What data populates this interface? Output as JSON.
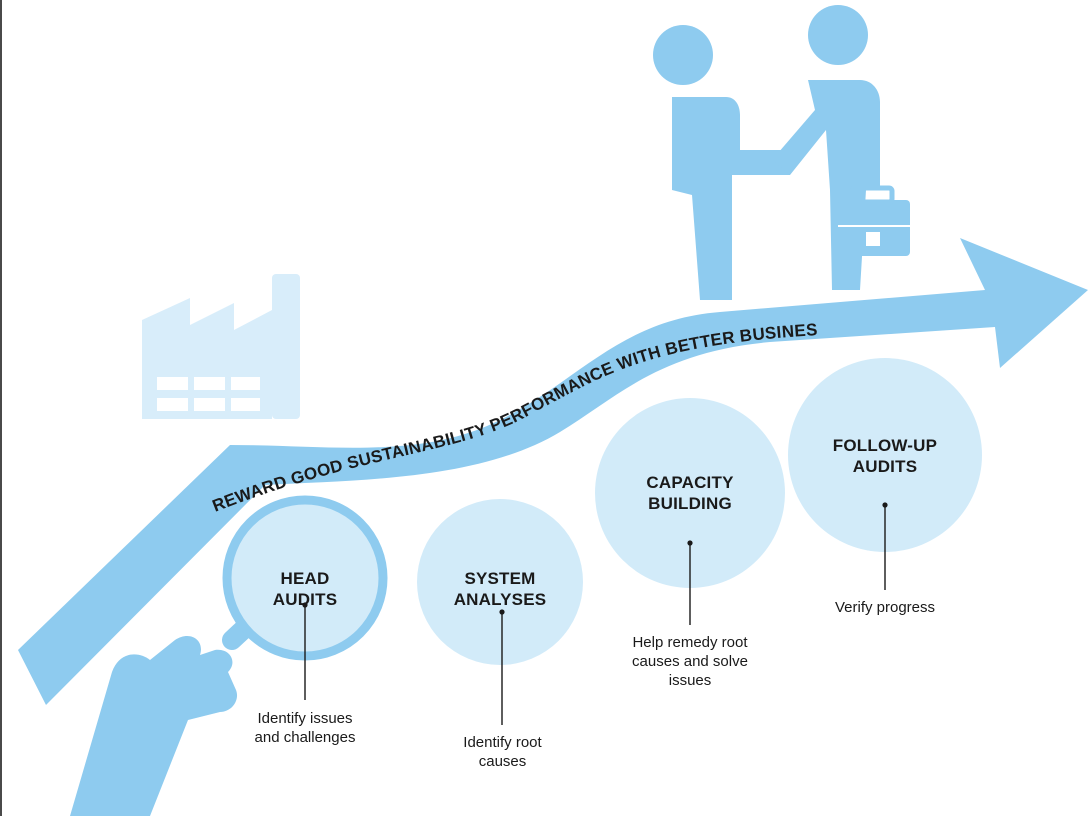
{
  "banner": {
    "text": "REWARD GOOD SUSTAINABILITY PERFORMANCE WITH BETTER BUSINESS"
  },
  "colors": {
    "arrow": "#8ecbef",
    "circle": "#d2ebf9",
    "figure": "#8ecbef",
    "factory": "#d8edfa",
    "text": "#1a1a1a"
  },
  "steps": [
    {
      "title": "HEAD\nAUDITS",
      "description": "Identify issues\nand challenges"
    },
    {
      "title": "SYSTEM\nANALYSES",
      "description": "Identify root\ncauses"
    },
    {
      "title": "CAPACITY\nBUILDING",
      "description": "Help remedy root\ncauses and solve\nissues"
    },
    {
      "title": "FOLLOW-UP\nAUDITS",
      "description": "Verify progress"
    }
  ],
  "icons": {
    "factory": "factory-icon",
    "handshake": "handshake-icon",
    "magnifier": "magnifying-glass-icon",
    "hand": "hand-icon"
  }
}
